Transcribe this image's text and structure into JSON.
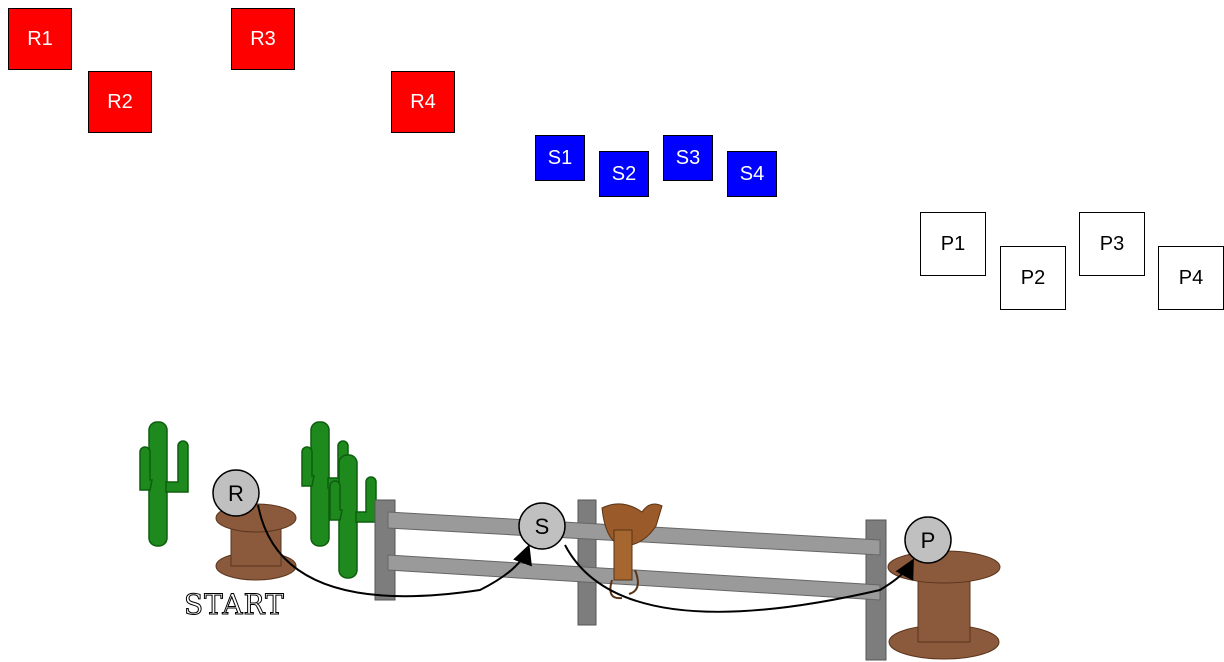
{
  "red_tiles": [
    "R1",
    "R2",
    "R3",
    "R4"
  ],
  "blue_tiles": [
    "S1",
    "S2",
    "S3",
    "S4"
  ],
  "white_tiles": [
    "P1",
    "P2",
    "P3",
    "P4"
  ],
  "nodes": {
    "r": "R",
    "s": "S",
    "p": "P"
  },
  "start_label": "START",
  "colors": {
    "red": "#ff0000",
    "blue": "#0000ff",
    "node_fill": "#c0c0c0",
    "spool": "#8b5a3c",
    "cactus": "#1e8a1e",
    "fence": "#8a8a8a"
  }
}
